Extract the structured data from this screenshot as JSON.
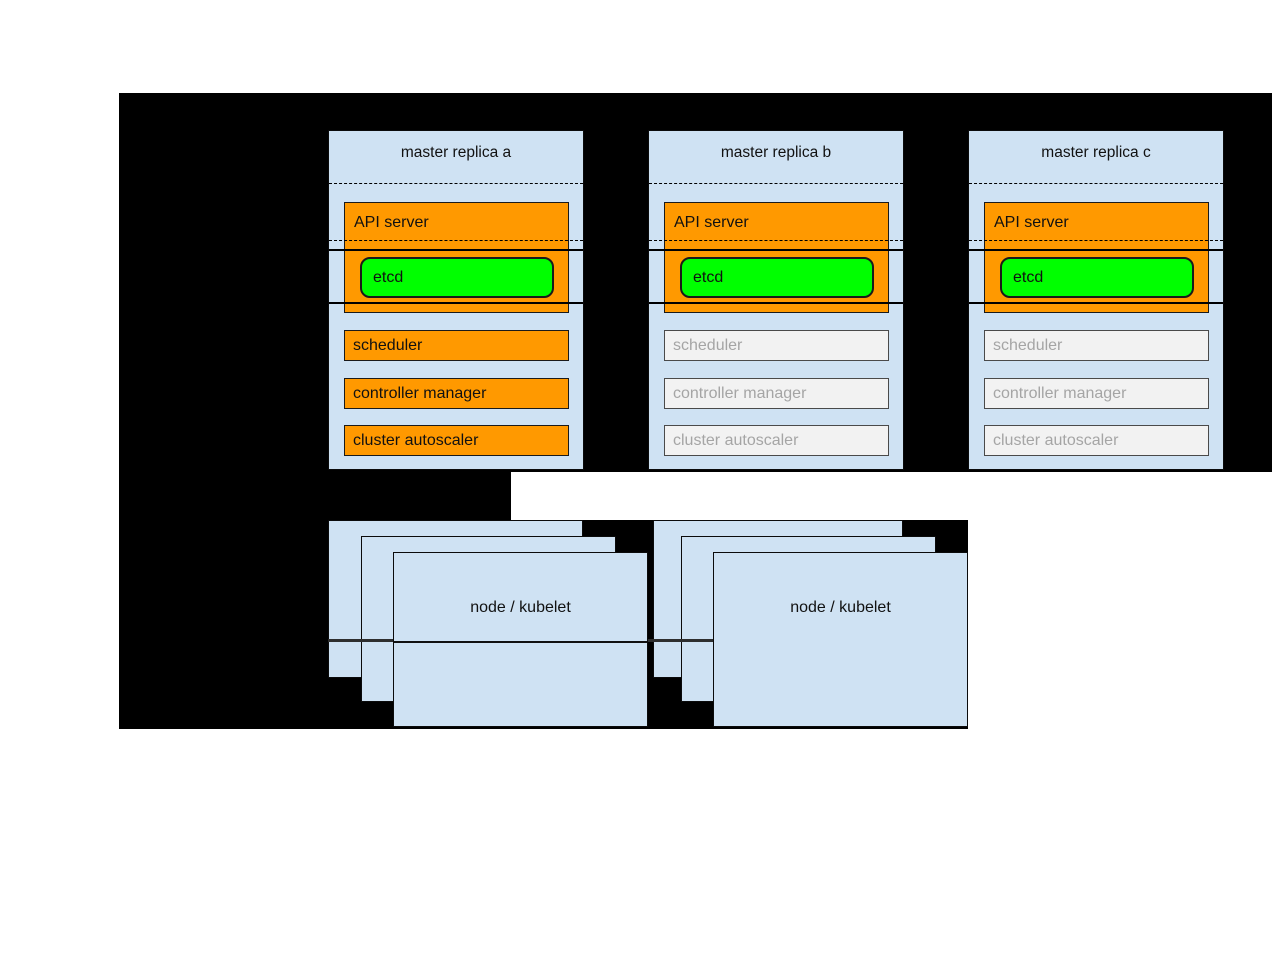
{
  "masters": [
    {
      "title": "master replica a",
      "api_server_label": "API server",
      "etcd_label": "etcd",
      "components": [
        {
          "label": "scheduler",
          "active": true
        },
        {
          "label": "controller manager",
          "active": true
        },
        {
          "label": "cluster autoscaler",
          "active": true
        }
      ]
    },
    {
      "title": "master replica b",
      "api_server_label": "API server",
      "etcd_label": "etcd",
      "components": [
        {
          "label": "scheduler",
          "active": false
        },
        {
          "label": "controller manager",
          "active": false
        },
        {
          "label": "cluster autoscaler",
          "active": false
        }
      ]
    },
    {
      "title": "master replica c",
      "api_server_label": "API server",
      "etcd_label": "etcd",
      "components": [
        {
          "label": "scheduler",
          "active": false
        },
        {
          "label": "controller manager",
          "active": false
        },
        {
          "label": "cluster autoscaler",
          "active": false
        }
      ]
    }
  ],
  "nodes": [
    {
      "label": "node / kubelet"
    },
    {
      "label": "node / kubelet"
    }
  ],
  "colors": {
    "container_fill": "#cfe2f3",
    "active_fill": "#ff9900",
    "etcd_fill": "#00ff00",
    "standby_fill": "#f2f2f2",
    "standby_text": "#a5a5a5",
    "background": "#000000"
  }
}
